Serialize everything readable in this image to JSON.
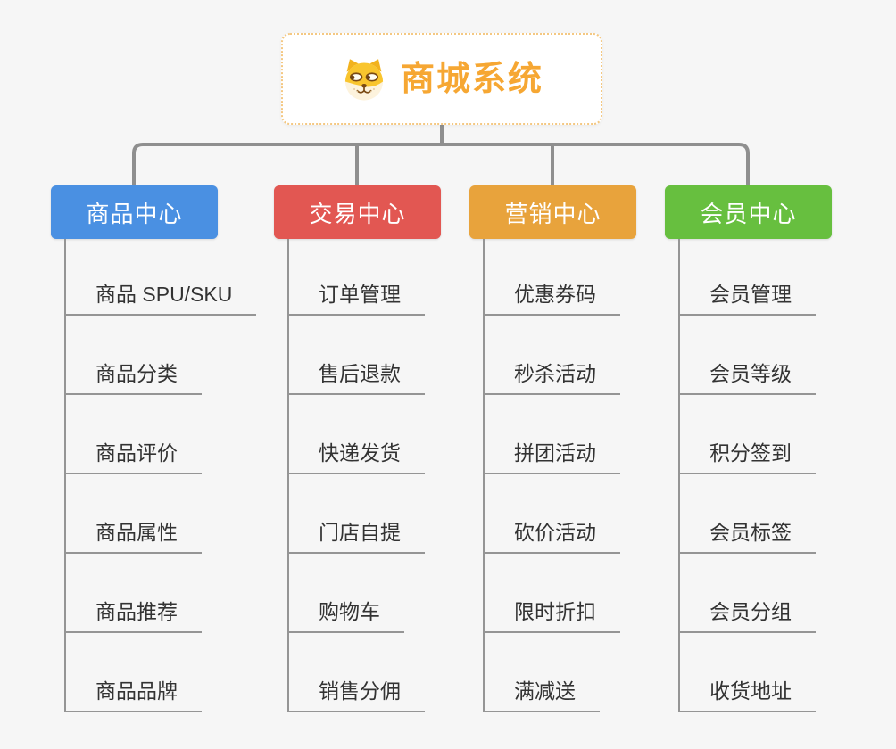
{
  "canvas": {
    "background_color": "#f6f6f6",
    "connector_color": "#8f8f8f",
    "leaf_line_color": "#959595",
    "leaf_text_color": "#333333"
  },
  "root": {
    "title": "商城系统",
    "icon": "dog-face-icon",
    "text_color": "#f6a733",
    "border_color": "#f4c882",
    "background_color": "#ffffff"
  },
  "branches": [
    {
      "label": "商品中心",
      "color": "#4a90e2",
      "children": [
        "商品 SPU/SKU",
        "商品分类",
        "商品评价",
        "商品属性",
        "商品推荐",
        "商品品牌"
      ]
    },
    {
      "label": "交易中心",
      "color": "#e25752",
      "children": [
        "订单管理",
        "售后退款",
        "快递发货",
        "门店自提",
        "购物车",
        "销售分佣"
      ]
    },
    {
      "label": "营销中心",
      "color": "#e8a33c",
      "children": [
        "优惠券码",
        "秒杀活动",
        "拼团活动",
        "砍价活动",
        "限时折扣",
        "满减送"
      ]
    },
    {
      "label": "会员中心",
      "color": "#67bf3f",
      "children": [
        "会员管理",
        "会员等级",
        "积分签到",
        "会员标签",
        "会员分组",
        "收货地址"
      ]
    }
  ]
}
